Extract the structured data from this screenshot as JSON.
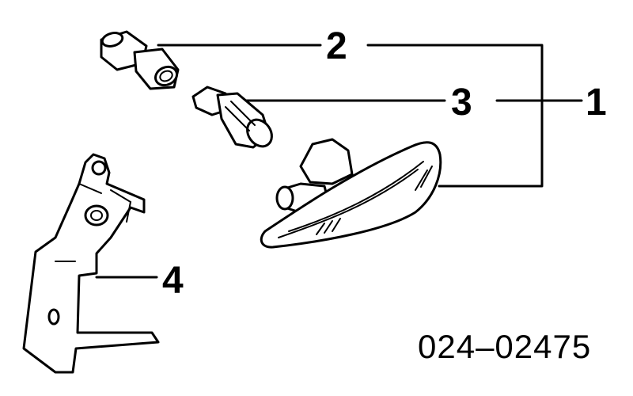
{
  "callouts": {
    "c1": "1",
    "c2": "2",
    "c3": "3",
    "c4": "4"
  },
  "part_number": "024–02475"
}
